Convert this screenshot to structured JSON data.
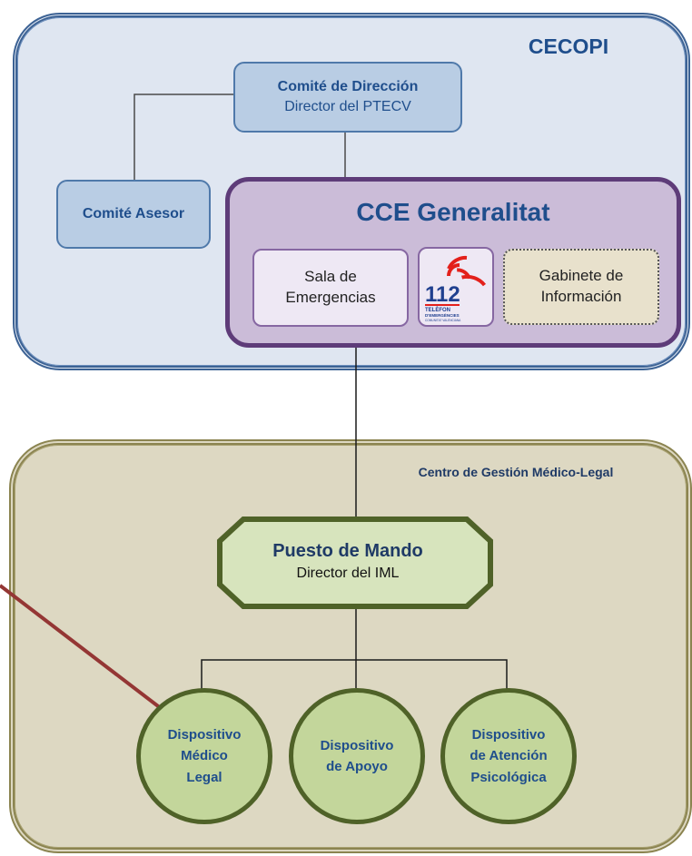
{
  "cecopi": {
    "title": "CECOPI"
  },
  "comite_direccion": {
    "title": "Comité de Dirección",
    "subtitle": "Director del PTECV"
  },
  "comite_asesor": {
    "title": "Comité Asesor"
  },
  "cce": {
    "title": "CCE Generalitat",
    "sala": {
      "line1": "Sala de",
      "line2": "Emergencias"
    },
    "logo": {
      "number": "112",
      "line1": "TELÈFON",
      "line2": "D'EMERGÈNCIES",
      "line3": "COMUNITAT VALENCIANA"
    },
    "gabinete": {
      "line1": "Gabinete de",
      "line2": "Información"
    }
  },
  "centro": {
    "title": "Centro de Gestión Médico-Legal"
  },
  "puesto_mando": {
    "title": "Puesto de Mando",
    "subtitle": "Director del IML"
  },
  "dispositivos": [
    {
      "line1": "Dispositivo",
      "line2": "Médico",
      "line3": "Legal"
    },
    {
      "line1": "Dispositivo",
      "line2": "de Apoyo"
    },
    {
      "line1": "Dispositivo",
      "line2": "de Atención",
      "line3": "Psicológica"
    }
  ],
  "colors": {
    "cecopi_fill": "#dfe6f1",
    "cecopi_border": "#3c6294",
    "cce_fill": "#cbbcd8",
    "cce_border": "#5e3c79",
    "centro_fill": "#ddd8c2",
    "centro_border": "#8b8450",
    "node_green": "#c3d69b",
    "node_green_border": "#4f6228",
    "link_red": "#943634",
    "logo_red": "#e3201b",
    "logo_blue": "#1f3f8f"
  }
}
